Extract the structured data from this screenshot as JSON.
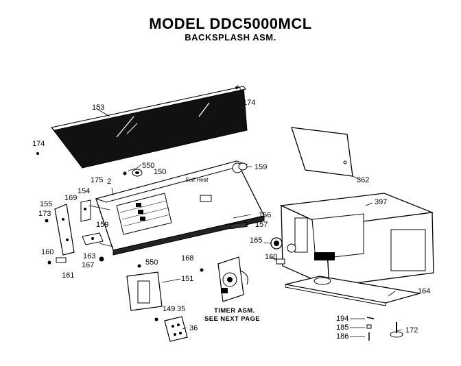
{
  "header": {
    "title": "MODEL DDC5000MCL",
    "subtitle": "BACKSPLASH ASM."
  },
  "callouts": {
    "c153": "153",
    "c174a": "174",
    "c174b": "174",
    "c550a": "550",
    "c150": "150",
    "c159a": "159",
    "c362": "362",
    "c175": "175",
    "c2": "2",
    "c154": "154",
    "c169": "169",
    "c155": "155",
    "c173": "173",
    "c159b": "159",
    "c156": "156",
    "c157": "157",
    "c397": "397",
    "c165": "165",
    "c160a": "160",
    "c163": "163",
    "c167": "167",
    "c161": "161",
    "c550b": "550",
    "c168": "168",
    "c160b": "160",
    "c151": "151",
    "c149": "149",
    "c35": "35",
    "c36": "36",
    "c164": "164",
    "c194": "194",
    "c185": "185",
    "c186": "186",
    "c172": "172"
  },
  "timer_note": {
    "line1": "TIMER ASM.",
    "line2": "SEE NEXT PAGE"
  }
}
